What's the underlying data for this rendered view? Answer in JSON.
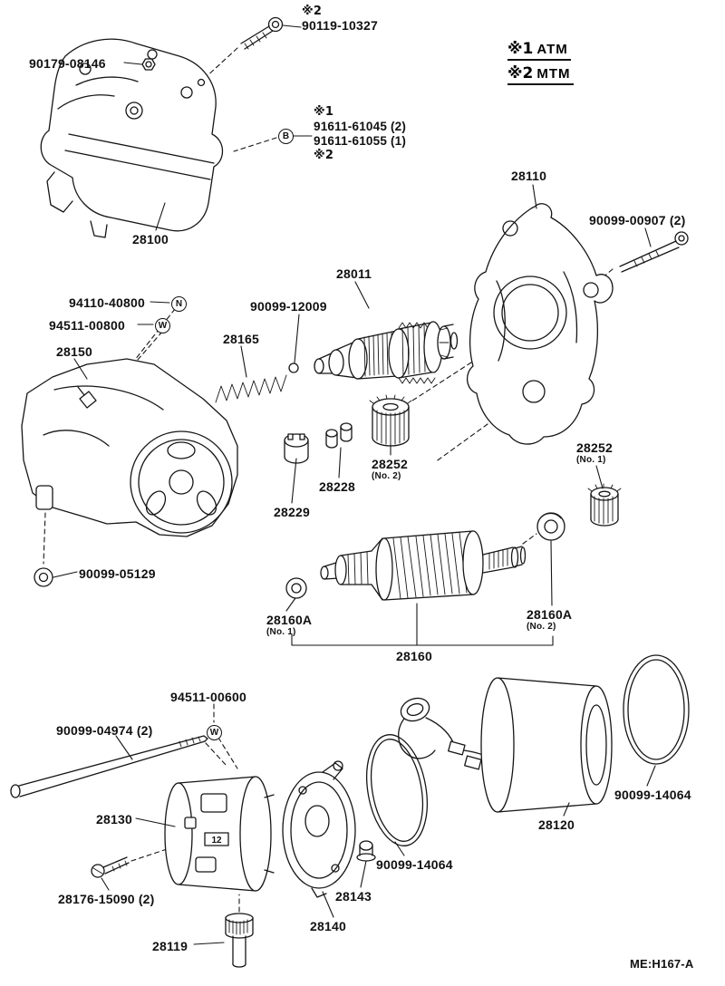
{
  "figure": {
    "footer_code": "ME:H167-A",
    "legend": [
      {
        "symbol": "※1",
        "label": "ATM"
      },
      {
        "symbol": "※2",
        "label": "MTM"
      }
    ]
  },
  "callouts": {
    "bolt_90119": {
      "mark": "※2",
      "text": "90119-10327"
    },
    "nut_90179": {
      "text": "90179-08146"
    },
    "screws_91611": {
      "mark1": "※1",
      "line1": "91611-61045 (2)",
      "line2": "91611-61055 (1)",
      "mark2": "※2",
      "badge": "B"
    },
    "starter_28100": {
      "text": "28100"
    },
    "bracket_28110": {
      "text": "28110"
    },
    "bolt_90099_00907": {
      "text": "90099-00907 (2)"
    },
    "clutch_28011": {
      "text": "28011"
    },
    "nut_94110_40800": {
      "text": "94110-40800",
      "badge": "N"
    },
    "ball_90099_12009": {
      "text": "90099-12009"
    },
    "washer_94511_00800": {
      "text": "94511-00800",
      "badge": "W"
    },
    "spring_28165": {
      "text": "28165"
    },
    "housing_28150": {
      "text": "28150"
    },
    "gear_28252_no1": {
      "text": "28252",
      "note": "(No. 1)"
    },
    "gear_28252_no2": {
      "text": "28252",
      "note": "(No. 2)"
    },
    "roller_28228": {
      "text": "28228"
    },
    "retainer_28229": {
      "text": "28229"
    },
    "grommet_90099_05129": {
      "text": "90099-05129"
    },
    "bearing_28160a_no1": {
      "text": "28160A",
      "note": "(No. 1)"
    },
    "bearing_28160a_no2": {
      "text": "28160A",
      "note": "(No. 2)"
    },
    "armature_28160": {
      "text": "28160"
    },
    "washer_94511_00600": {
      "text": "94511-00600",
      "badge": "W"
    },
    "bolt_90099_04974": {
      "text": "90099-04974 (2)"
    },
    "oring_90099_14064_right": {
      "text": "90099-14064"
    },
    "holder_28130": {
      "text": "28130",
      "marking": "12"
    },
    "frame_28120": {
      "text": "28120"
    },
    "oring_90099_14064_center": {
      "text": "90099-14064"
    },
    "screw_28176_15090": {
      "text": "28176-15090 (2)"
    },
    "terminal_28143": {
      "text": "28143"
    },
    "endframe_28140": {
      "text": "28140"
    },
    "cap_28119": {
      "text": "28119"
    }
  }
}
